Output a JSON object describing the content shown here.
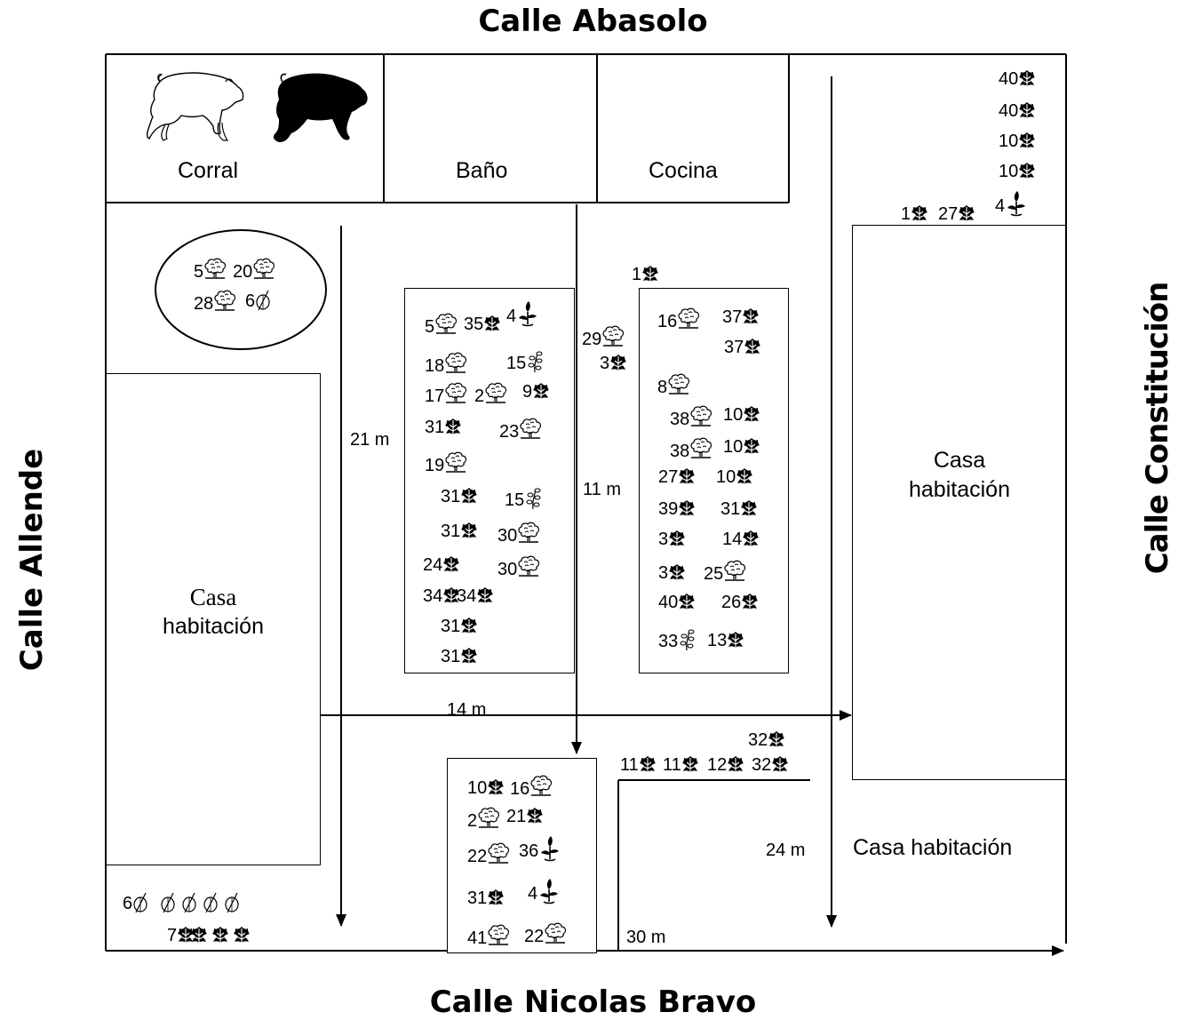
{
  "streets": {
    "top": "Calle Abasolo",
    "bottom": "Calle Nicolas Bravo",
    "left": "Calle Allende",
    "right": "Calle Constitución"
  },
  "rooms": {
    "corral": "Corral",
    "bano": "Baño",
    "cocina": "Cocina"
  },
  "houses": {
    "left": [
      "Casa",
      "habitación"
    ],
    "right": [
      "Casa",
      "habitación"
    ],
    "bottom_right": "Casa habitación"
  },
  "dimensions": {
    "d21": "21 m",
    "d11": "11 m",
    "d14": "14 m",
    "d24": "24 m",
    "d30": "30 m"
  },
  "icons": [
    "pig-outline-icon",
    "pig-silhouette-icon",
    "shrub-leaf-icon",
    "tree-icon",
    "flower-icon",
    "herb-icon",
    "squash-icon"
  ],
  "plants": {
    "ellipse": [
      [
        {
          "n": "5",
          "i": "tree"
        },
        {
          "n": "20",
          "i": "tree"
        }
      ],
      [
        {
          "n": "28",
          "i": "tree"
        },
        {
          "n": "6",
          "i": "squash"
        }
      ]
    ],
    "bed_left": [
      {
        "n": "5",
        "i": "tree"
      },
      {
        "n": "35",
        "i": "leaf"
      },
      {
        "n": "4",
        "i": "flower"
      },
      {
        "n": "18",
        "i": "tree"
      },
      {
        "n": "15",
        "i": "herb"
      },
      {
        "n": "17",
        "i": "tree"
      },
      {
        "n": "2",
        "i": "tree"
      },
      {
        "n": "9",
        "i": "leaf"
      },
      {
        "n": "31",
        "i": "leaf"
      },
      {
        "n": "23",
        "i": "tree"
      },
      {
        "n": "19",
        "i": "tree"
      },
      {
        "n": "31",
        "i": "leaf"
      },
      {
        "n": "15",
        "i": "herb"
      },
      {
        "n": "31",
        "i": "leaf"
      },
      {
        "n": "30",
        "i": "tree"
      },
      {
        "n": "24",
        "i": "leaf"
      },
      {
        "n": "30",
        "i": "tree"
      },
      {
        "n": "34",
        "i": "leaf"
      },
      {
        "n": "34",
        "i": "leaf"
      },
      {
        "n": "31",
        "i": "leaf"
      },
      {
        "n": "31",
        "i": "leaf"
      }
    ],
    "middle": [
      {
        "n": "1",
        "i": "leaf"
      },
      {
        "n": "29",
        "i": "tree"
      },
      {
        "n": "3",
        "i": "leaf"
      }
    ],
    "bed_right": [
      {
        "n": "16",
        "i": "tree"
      },
      {
        "n": "37",
        "i": "leaf"
      },
      {
        "n": "37",
        "i": "leaf"
      },
      {
        "n": "8",
        "i": "tree"
      },
      {
        "n": "38",
        "i": "tree"
      },
      {
        "n": "10",
        "i": "leaf"
      },
      {
        "n": "38",
        "i": "tree"
      },
      {
        "n": "10",
        "i": "leaf"
      },
      {
        "n": "27",
        "i": "leaf"
      },
      {
        "n": "10",
        "i": "leaf"
      },
      {
        "n": "39",
        "i": "leaf"
      },
      {
        "n": "31",
        "i": "leaf"
      },
      {
        "n": "3",
        "i": "leaf"
      },
      {
        "n": "14",
        "i": "leaf"
      },
      {
        "n": "3",
        "i": "leaf"
      },
      {
        "n": "25",
        "i": "tree"
      },
      {
        "n": "40",
        "i": "leaf"
      },
      {
        "n": "26",
        "i": "leaf"
      },
      {
        "n": "33",
        "i": "herb"
      },
      {
        "n": "13",
        "i": "leaf"
      }
    ],
    "top_right": [
      {
        "n": "40",
        "i": "leaf"
      },
      {
        "n": "40",
        "i": "leaf"
      },
      {
        "n": "10",
        "i": "leaf"
      },
      {
        "n": "10",
        "i": "leaf"
      },
      {
        "n": "1",
        "i": "leaf"
      },
      {
        "n": "27",
        "i": "leaf"
      },
      {
        "n": "4",
        "i": "flower"
      }
    ],
    "bed_bottom": [
      {
        "n": "10",
        "i": "leaf"
      },
      {
        "n": "16",
        "i": "tree"
      },
      {
        "n": "2",
        "i": "tree"
      },
      {
        "n": "21",
        "i": "leaf"
      },
      {
        "n": "22",
        "i": "tree"
      },
      {
        "n": "36",
        "i": "flower"
      },
      {
        "n": "31",
        "i": "leaf"
      },
      {
        "n": "4",
        "i": "flower"
      },
      {
        "n": "41",
        "i": "tree"
      },
      {
        "n": "22",
        "i": "tree"
      }
    ],
    "bottom_right_row": [
      {
        "n": "32",
        "i": "leaf"
      },
      {
        "n": "11",
        "i": "leaf"
      },
      {
        "n": "11",
        "i": "leaf"
      },
      {
        "n": "12",
        "i": "leaf"
      },
      {
        "n": "32",
        "i": "leaf"
      }
    ],
    "bottom_left": [
      {
        "n": "6",
        "i": "squash"
      },
      {
        "n": "",
        "i": "squash"
      },
      {
        "n": "",
        "i": "squash"
      },
      {
        "n": "",
        "i": "squash"
      },
      {
        "n": "",
        "i": "squash"
      },
      {
        "n": "7",
        "i": "leaf"
      },
      {
        "n": "",
        "i": "leaf"
      },
      {
        "n": "",
        "i": "leaf"
      },
      {
        "n": "",
        "i": "leaf"
      }
    ]
  }
}
